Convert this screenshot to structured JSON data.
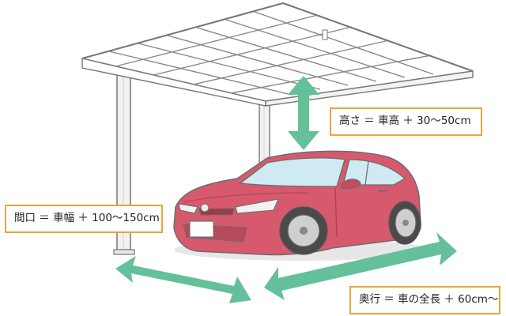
{
  "labels": {
    "height": "高さ ＝ 車高 ＋ 30〜50cm",
    "width": "間口 ＝ 車幅 ＋ 100〜150cm",
    "depth": "奥行 ＝ 車の全長 ＋ 60cm〜"
  },
  "colors": {
    "arrow": "#63c09a",
    "label_border": "#e9a43d",
    "car_body": "#d6596d",
    "roof_frame": "#ffffff",
    "outline": "#777777"
  }
}
